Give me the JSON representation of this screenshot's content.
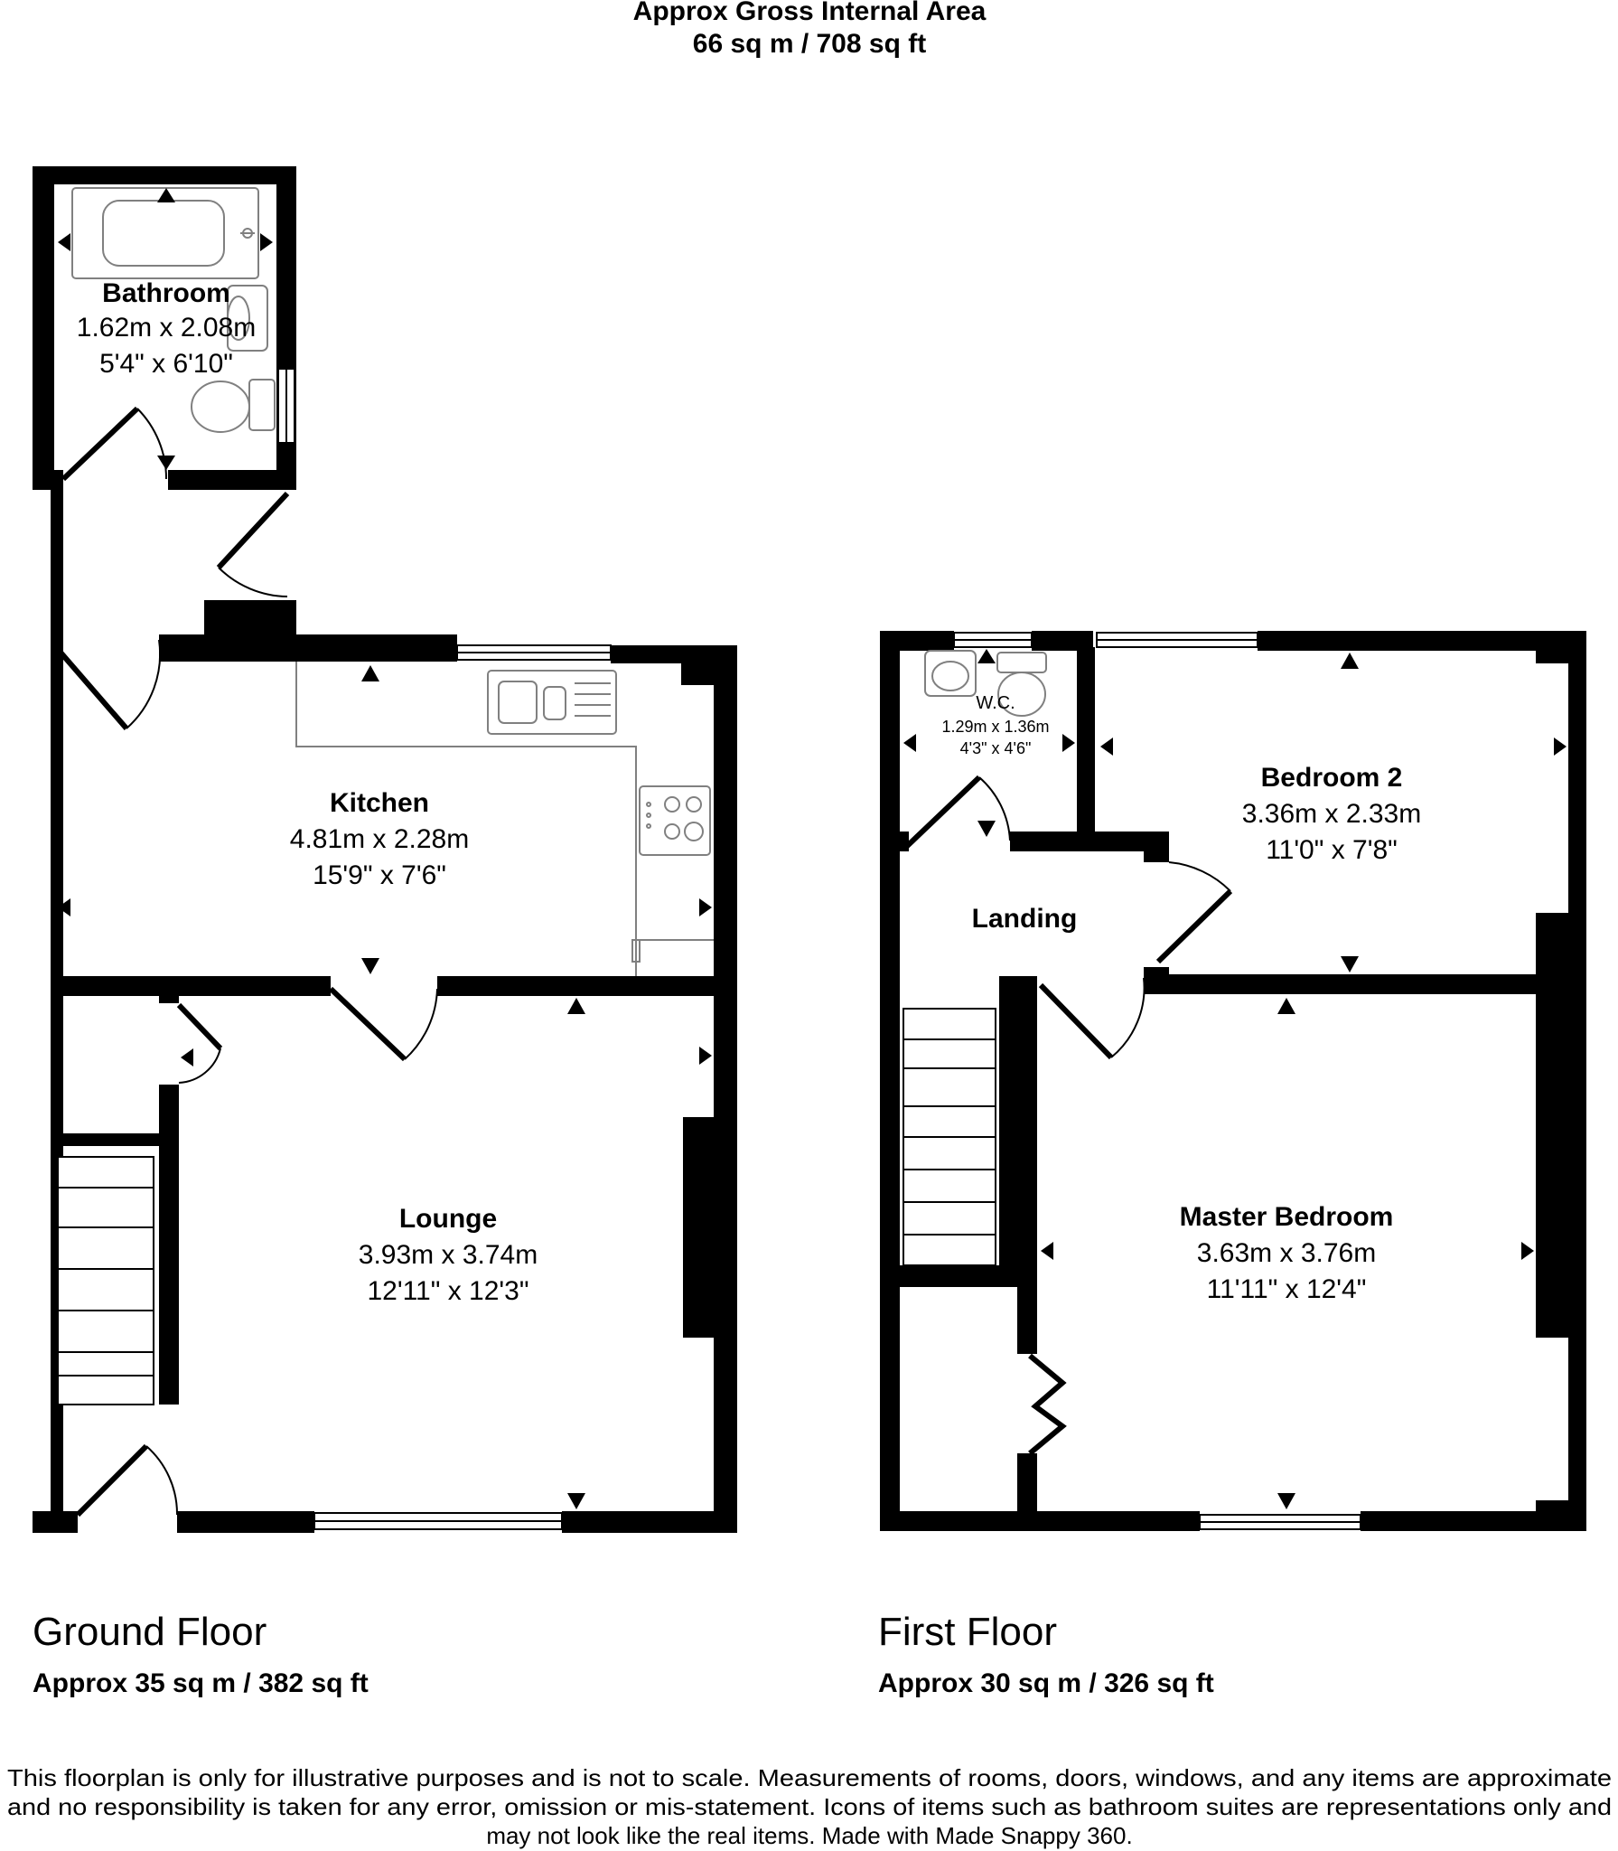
{
  "header": {
    "title": "Approx Gross Internal Area",
    "total_area": "66 sq m / 708 sq ft"
  },
  "floors": [
    {
      "id": "ground",
      "name": "Ground Floor",
      "area": "Approx 35 sq m / 382 sq ft"
    },
    {
      "id": "first",
      "name": "First Floor",
      "area": "Approx 30 sq m / 326 sq ft"
    }
  ],
  "rooms": {
    "bathroom": {
      "name": "Bathroom",
      "metric": "1.62m x 2.08m",
      "imperial": "5'4\" x 6'10\""
    },
    "kitchen": {
      "name": "Kitchen",
      "metric": "4.81m x 2.28m",
      "imperial": "15'9\" x 7'6\""
    },
    "lounge": {
      "name": "Lounge",
      "metric": "3.93m x 3.74m",
      "imperial": "12'11\" x 12'3\""
    },
    "wc": {
      "name": "W.C.",
      "metric": "1.29m x 1.36m",
      "imperial": "4'3\" x 4'6\""
    },
    "bedroom2": {
      "name": "Bedroom 2",
      "metric": "3.36m x 2.33m",
      "imperial": "11'0\" x 7'8\""
    },
    "landing": {
      "name": "Landing"
    },
    "master_bedroom": {
      "name": "Master Bedroom",
      "metric": "3.63m x 3.76m",
      "imperial": "11'11\" x 12'4\""
    }
  },
  "disclaimer": {
    "line1": "This floorplan is only for illustrative purposes and is not to scale. Measurements of rooms, doors, windows, and any items are approximate",
    "line2": "and no responsibility is taken for any error, omission or mis-statement. Icons of items such as bathroom suites are representations only and",
    "line3": "may not look like the real items. Made with Made Snappy 360."
  },
  "colors": {
    "wall": "#000000",
    "fixture": "#808080",
    "background": "#ffffff"
  }
}
